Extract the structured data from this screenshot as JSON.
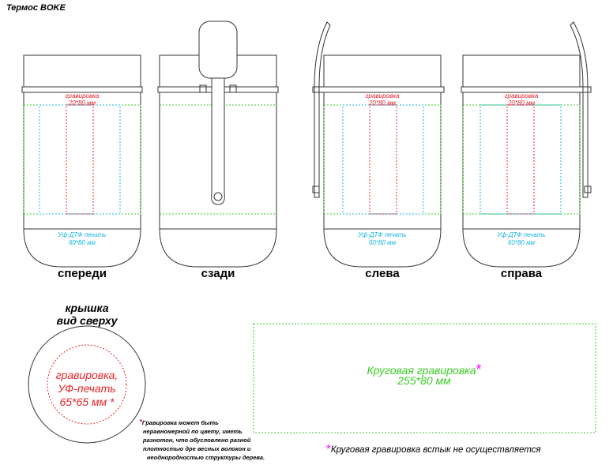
{
  "title": "Термос BOKE",
  "views": [
    {
      "label": "спереди",
      "engrave_label": "гравировка",
      "engrave_size": "20*80 мм",
      "print_label": "Уф-ДТФ печать",
      "print_size": "60*80 мм"
    },
    {
      "label": "сзади"
    },
    {
      "label": "слева",
      "engrave_label": "гравировка",
      "engrave_size": "20*80 мм",
      "print_label": "Уф-ДТФ печать",
      "print_size": "60*80 мм"
    },
    {
      "label": "справа",
      "engrave_label": "гравировка",
      "engrave_size": "20*80 мм",
      "print_label": "Уф-ДТФ печать",
      "print_size": "60*80 мм"
    }
  ],
  "lid": {
    "caption_line1": "крышка",
    "caption_line2": "вид сверху",
    "text_line1": "гравировка,",
    "text_line2": "УФ-печать",
    "text_line3": "65*65 мм *"
  },
  "note": {
    "star": "*",
    "lines": [
      "Гравировка может быть",
      "неравномерной по цвету, иметь",
      "разнотон, что обусловлено разной",
      "плотностью дре весных волокон и",
      "неоднородностью структуры дерева."
    ]
  },
  "circular": {
    "line1": "Круговая гравировка",
    "star": "*",
    "line2": "255*80 мм"
  },
  "bottom_note": {
    "star": "*",
    "text": "Круговая гравировка встык не осуществляется"
  },
  "colors": {
    "outline": "#333333",
    "engrave": "#e8242a",
    "print": "#18b6e6",
    "zone": "#39cc23",
    "star": "#ff00ff"
  }
}
